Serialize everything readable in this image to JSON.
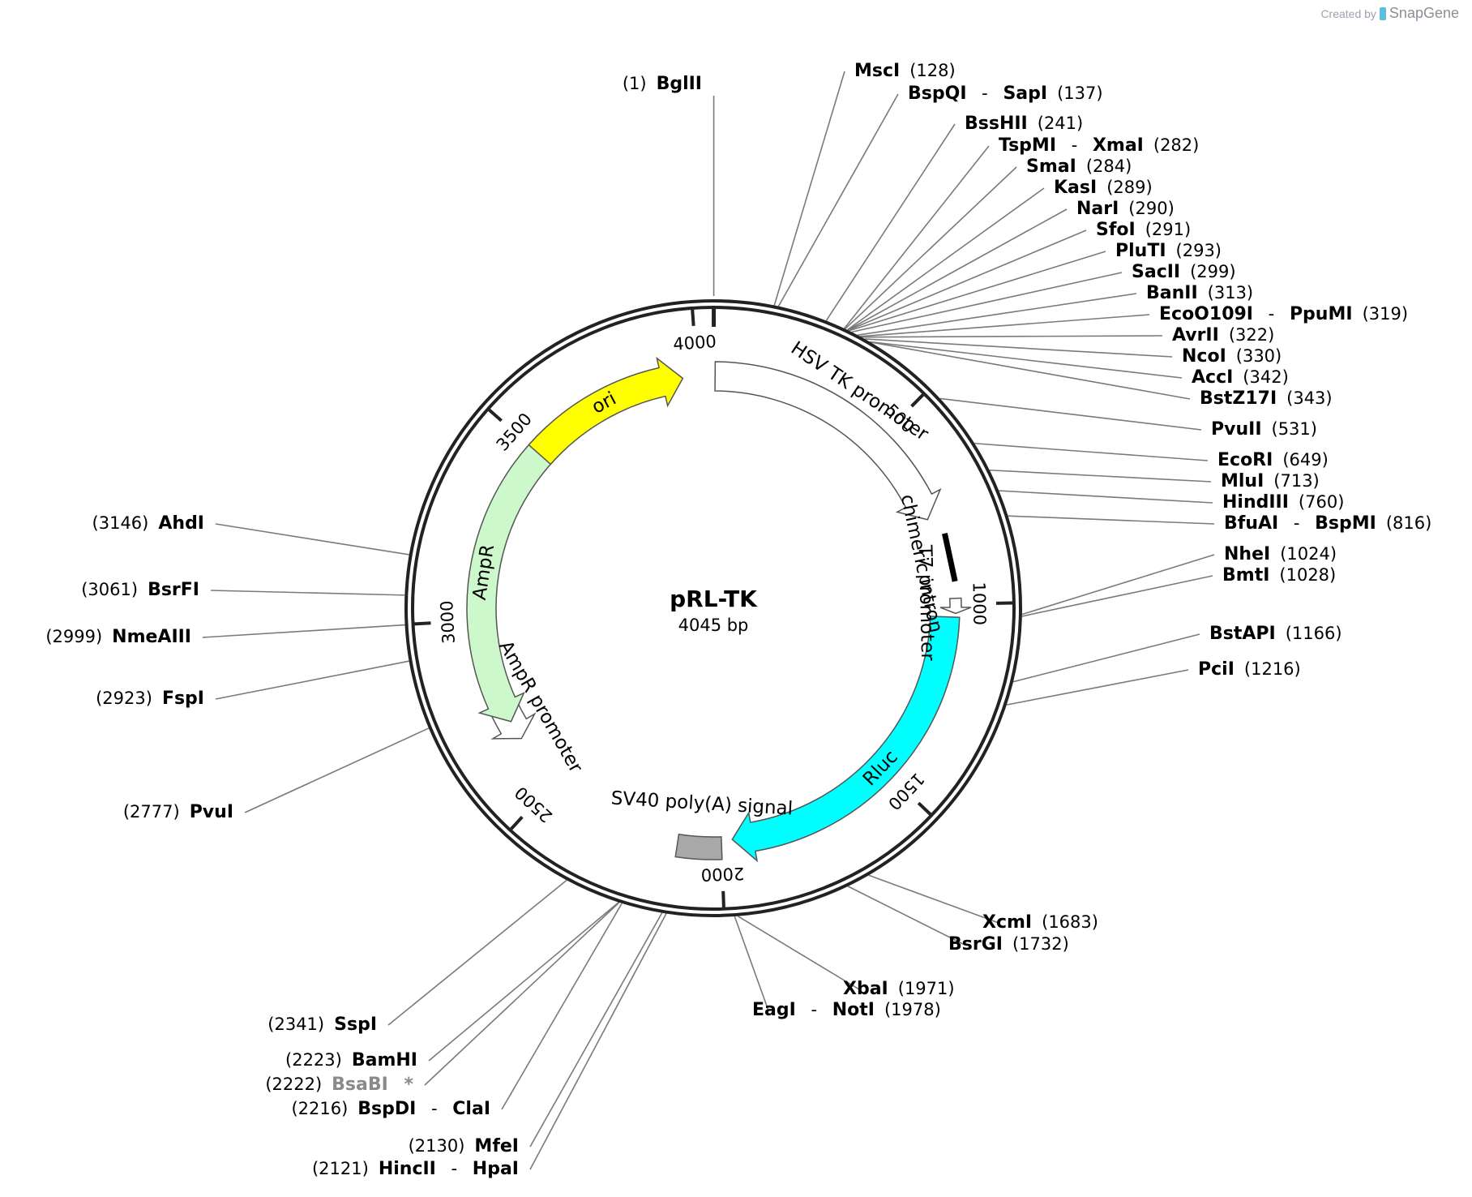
{
  "credit": {
    "prefix": "Created by",
    "brand": "SnapGene"
  },
  "plasmid": {
    "name": "pRL-TK",
    "size_label": "4045 bp",
    "length": 4045
  },
  "ticks": [
    {
      "pos": 500,
      "label": "500"
    },
    {
      "pos": 1000,
      "label": "1000"
    },
    {
      "pos": 1500,
      "label": "1500"
    },
    {
      "pos": 2000,
      "label": "2000"
    },
    {
      "pos": 2500,
      "label": "2500"
    },
    {
      "pos": 3000,
      "label": "3000"
    },
    {
      "pos": 3500,
      "label": "3500"
    },
    {
      "pos": 4000,
      "label": "4000"
    }
  ],
  "features": [
    {
      "name": "HSV TK promoter",
      "start": 5,
      "end": 759,
      "color": "#ffffff",
      "dir": 1
    },
    {
      "name": "chimeric intron",
      "start": 810,
      "end": 940,
      "color": "#000000",
      "dir": 0
    },
    {
      "name": "T7 promoter",
      "start": 985,
      "end": 1005,
      "color": "#ffffff",
      "dir": 1
    },
    {
      "name": "Rluc",
      "start": 1035,
      "end": 1970,
      "color": "#00ffff",
      "dir": 1
    },
    {
      "name": "SV40 poly(A) signal",
      "start": 2000,
      "end": 2120,
      "color": "#a8a8a8",
      "dir": 0
    },
    {
      "name": "AmpR promoter",
      "start": 2650,
      "end": 2750,
      "color": "#ffffff",
      "dir": -1
    },
    {
      "name": "AmpR",
      "start": 2705,
      "end": 3563,
      "color": "#ccf8cc",
      "dir": -1
    },
    {
      "name": "ori",
      "start": 3500,
      "end": 3960,
      "color": "#ffff00",
      "dir": 1
    }
  ],
  "sites": [
    {
      "enzymes": [
        "BglII"
      ],
      "pos": 1,
      "label": "(1)",
      "side": "left"
    },
    {
      "enzymes": [
        "MscI"
      ],
      "pos": 128,
      "label": "(128)",
      "side": "right"
    },
    {
      "enzymes": [
        "BspQI",
        "SapI"
      ],
      "pos": 137,
      "label": "(137)",
      "side": "right"
    },
    {
      "enzymes": [
        "BssHII"
      ],
      "pos": 241,
      "label": "(241)",
      "side": "right"
    },
    {
      "enzymes": [
        "TspMI",
        "XmaI"
      ],
      "pos": 282,
      "label": "(282)",
      "side": "right"
    },
    {
      "enzymes": [
        "SmaI"
      ],
      "pos": 284,
      "label": "(284)",
      "side": "right"
    },
    {
      "enzymes": [
        "KasI"
      ],
      "pos": 289,
      "label": "(289)",
      "side": "right"
    },
    {
      "enzymes": [
        "NarI"
      ],
      "pos": 290,
      "label": "(290)",
      "side": "right"
    },
    {
      "enzymes": [
        "SfoI"
      ],
      "pos": 291,
      "label": "(291)",
      "side": "right"
    },
    {
      "enzymes": [
        "PluTI"
      ],
      "pos": 293,
      "label": "(293)",
      "side": "right"
    },
    {
      "enzymes": [
        "SacII"
      ],
      "pos": 299,
      "label": "(299)",
      "side": "right"
    },
    {
      "enzymes": [
        "BanII"
      ],
      "pos": 313,
      "label": "(313)",
      "side": "right"
    },
    {
      "enzymes": [
        "EcoO109I",
        "PpuMI"
      ],
      "pos": 319,
      "label": "(319)",
      "side": "right"
    },
    {
      "enzymes": [
        "AvrII"
      ],
      "pos": 322,
      "label": "(322)",
      "side": "right"
    },
    {
      "enzymes": [
        "NcoI"
      ],
      "pos": 330,
      "label": "(330)",
      "side": "right"
    },
    {
      "enzymes": [
        "AccI"
      ],
      "pos": 342,
      "label": "(342)",
      "side": "right"
    },
    {
      "enzymes": [
        "BstZ17I"
      ],
      "pos": 343,
      "label": "(343)",
      "side": "right"
    },
    {
      "enzymes": [
        "PvuII"
      ],
      "pos": 531,
      "label": "(531)",
      "side": "right"
    },
    {
      "enzymes": [
        "EcoRI"
      ],
      "pos": 649,
      "label": "(649)",
      "side": "right"
    },
    {
      "enzymes": [
        "MluI"
      ],
      "pos": 713,
      "label": "(713)",
      "side": "right"
    },
    {
      "enzymes": [
        "HindIII"
      ],
      "pos": 760,
      "label": "(760)",
      "side": "right"
    },
    {
      "enzymes": [
        "BfuAI",
        "BspMI"
      ],
      "pos": 816,
      "label": "(816)",
      "side": "right"
    },
    {
      "enzymes": [
        "NheI"
      ],
      "pos": 1024,
      "label": "(1024)",
      "side": "right"
    },
    {
      "enzymes": [
        "BmtI"
      ],
      "pos": 1028,
      "label": "(1028)",
      "side": "right"
    },
    {
      "enzymes": [
        "BstAPI"
      ],
      "pos": 1166,
      "label": "(1166)",
      "side": "right"
    },
    {
      "enzymes": [
        "PciI"
      ],
      "pos": 1216,
      "label": "(1216)",
      "side": "right"
    },
    {
      "enzymes": [
        "XcmI"
      ],
      "pos": 1683,
      "label": "(1683)",
      "side": "right"
    },
    {
      "enzymes": [
        "BsrGI"
      ],
      "pos": 1732,
      "label": "(1732)",
      "side": "right"
    },
    {
      "enzymes": [
        "XbaI"
      ],
      "pos": 1971,
      "label": "(1971)",
      "side": "right"
    },
    {
      "enzymes": [
        "EagI",
        "NotI"
      ],
      "pos": 1978,
      "label": "(1978)",
      "side": "right"
    },
    {
      "enzymes": [
        "MfeI"
      ],
      "pos": 2130,
      "label": "(2130)",
      "side": "left"
    },
    {
      "enzymes": [
        "HincII",
        "HpaI"
      ],
      "pos": 2121,
      "label": "(2121)",
      "side": "left"
    },
    {
      "enzymes": [
        "SspI"
      ],
      "pos": 2341,
      "label": "(2341)",
      "side": "left"
    },
    {
      "enzymes": [
        "BamHI"
      ],
      "pos": 2223,
      "label": "(2223)",
      "side": "left"
    },
    {
      "enzymes": [
        "BsaBI"
      ],
      "pos": 2222,
      "label": "(2222)",
      "side": "left",
      "muted": true,
      "mark": "*"
    },
    {
      "enzymes": [
        "BspDI",
        "ClaI"
      ],
      "pos": 2216,
      "label": "(2216)",
      "side": "left"
    },
    {
      "enzymes": [
        "PvuI"
      ],
      "pos": 2777,
      "label": "(2777)",
      "side": "left"
    },
    {
      "enzymes": [
        "FspI"
      ],
      "pos": 2923,
      "label": "(2923)",
      "side": "left"
    },
    {
      "enzymes": [
        "NmeAIII"
      ],
      "pos": 2999,
      "label": "(2999)",
      "side": "left"
    },
    {
      "enzymes": [
        "BsrFI"
      ],
      "pos": 3061,
      "label": "(3061)",
      "side": "left"
    },
    {
      "enzymes": [
        "AhdI"
      ],
      "pos": 3146,
      "label": "(3146)",
      "side": "left"
    }
  ]
}
